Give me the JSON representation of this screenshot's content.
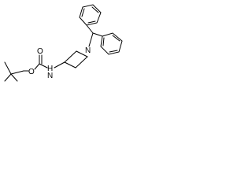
{
  "molecule": {
    "atoms": {
      "o_carbonyl": "O",
      "o_ester": "O",
      "nh": "N",
      "nh_h": "H",
      "n_ring": "N"
    }
  }
}
